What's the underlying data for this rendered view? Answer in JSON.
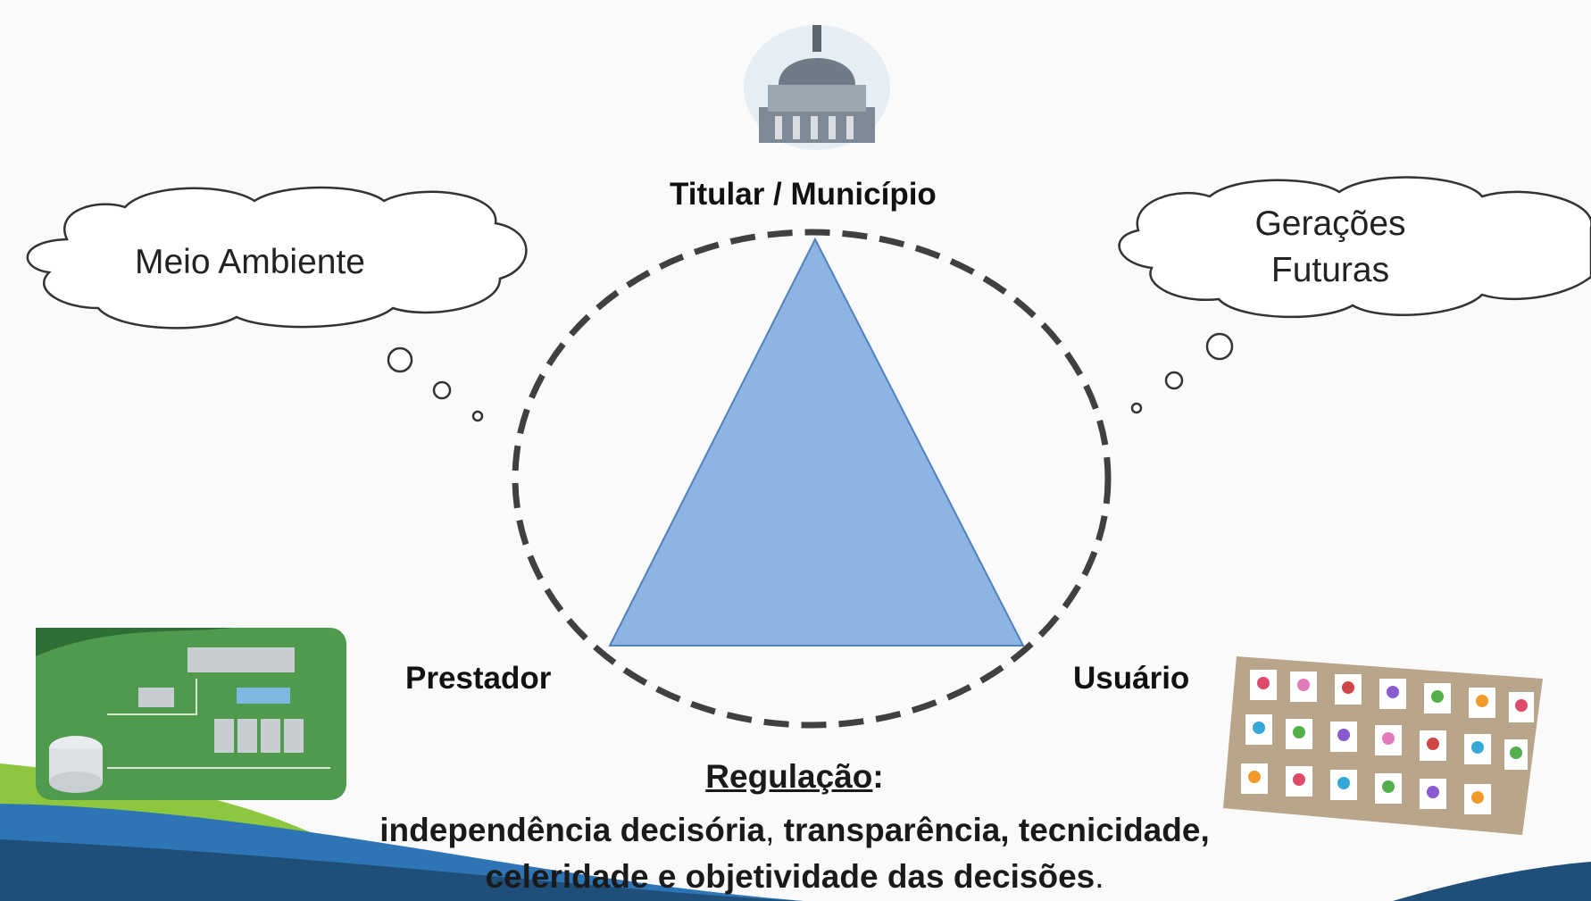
{
  "nodes": {
    "top": "Titular / Município",
    "left": "Prestador",
    "right": "Usuário"
  },
  "clouds": {
    "left": "Meio Ambiente",
    "right_line1": "Gerações",
    "right_line2": "Futuras"
  },
  "regulation": {
    "heading": "Regulação",
    "heading_suffix": ":",
    "line1_a": "independência decisória",
    "line1_sep": ",",
    "line1_b": " transparência, tecnicidade,",
    "line2": "celeridade e objetividade das decisões",
    "line2_end": "."
  },
  "colors": {
    "triangle_fill": "#8eb4e3",
    "triangle_stroke": "#4f81bd",
    "ellipse_stroke": "#404040",
    "brand_green": "#8dc63f",
    "brand_blue": "#1f4e79"
  }
}
